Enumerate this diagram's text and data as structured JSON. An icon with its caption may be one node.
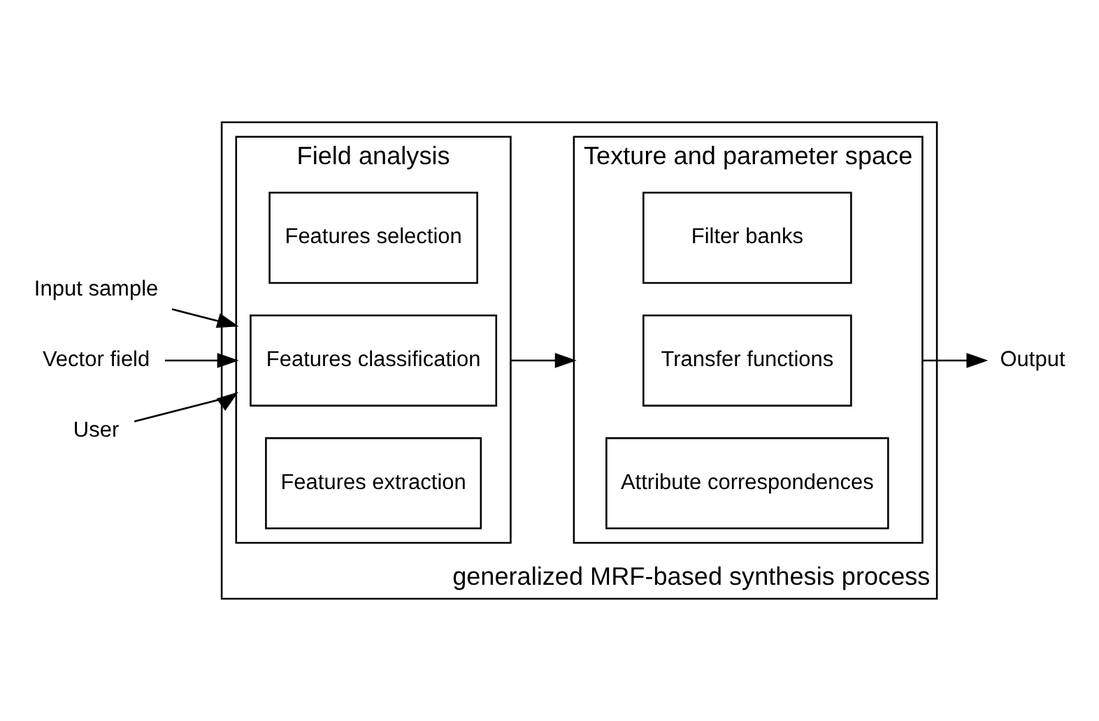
{
  "diagram": {
    "nodes": [
      {
        "text": [
          "generalized MRF-based synthesis process"
        ]
      },
      {
        "text": [
          "Field analysis"
        ],
        "in": 0
      },
      {
        "text": [
          "Features extraction"
        ],
        "in": 1
      },
      {
        "text": [
          "Features classification"
        ],
        "in": 1
      },
      {
        "text": [
          "Features selection"
        ],
        "in": 1
      },
      {
        "text": [
          "Texture and parameter space"
        ],
        "in": 0
      },
      {
        "text": [
          "Attribute correspondences"
        ],
        "in": 5
      },
      {
        "text": [
          "Transfer functions"
        ],
        "in": 5
      },
      {
        "text": [
          "Filter banks"
        ],
        "in": 5
      },
      {
        "text": [
          "Input sample"
        ]
      },
      {
        "text": [
          "Vector field"
        ]
      },
      {
        "text": [
          "User"
        ]
      },
      {
        "text": [
          "Output"
        ]
      }
    ],
    "edges": [
      {
        "from": 9,
        "to": 1,
        "arrow": "to"
      },
      {
        "from": 10,
        "to": 1,
        "arrow": "to"
      },
      {
        "from": 11,
        "to": 1,
        "arrow": "to"
      },
      {
        "from": 1,
        "to": 5,
        "arrow": "to"
      },
      {
        "from": 5,
        "to": 12,
        "arrow": "to"
      }
    ]
  }
}
